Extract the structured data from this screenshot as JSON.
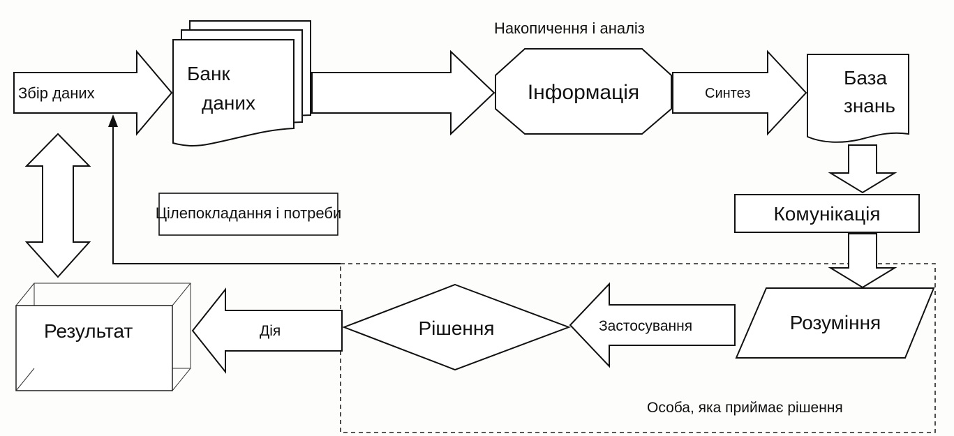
{
  "labels": {
    "collect": "Збір даних",
    "bank_line1": "Банк",
    "bank_line2": "даних",
    "accumulate": "Накопичення і аналіз",
    "information": "Інформація",
    "synthesis": "Синтез",
    "kb_line1": "База",
    "kb_line2": "знань",
    "goals": "Цілепокладання і потреби",
    "communication": "Комунікація",
    "understanding": "Розуміння",
    "application": "Застосування",
    "decision": "Рішення",
    "action": "Дія",
    "result": "Результат",
    "person": "Особа, яка приймає рішення"
  }
}
